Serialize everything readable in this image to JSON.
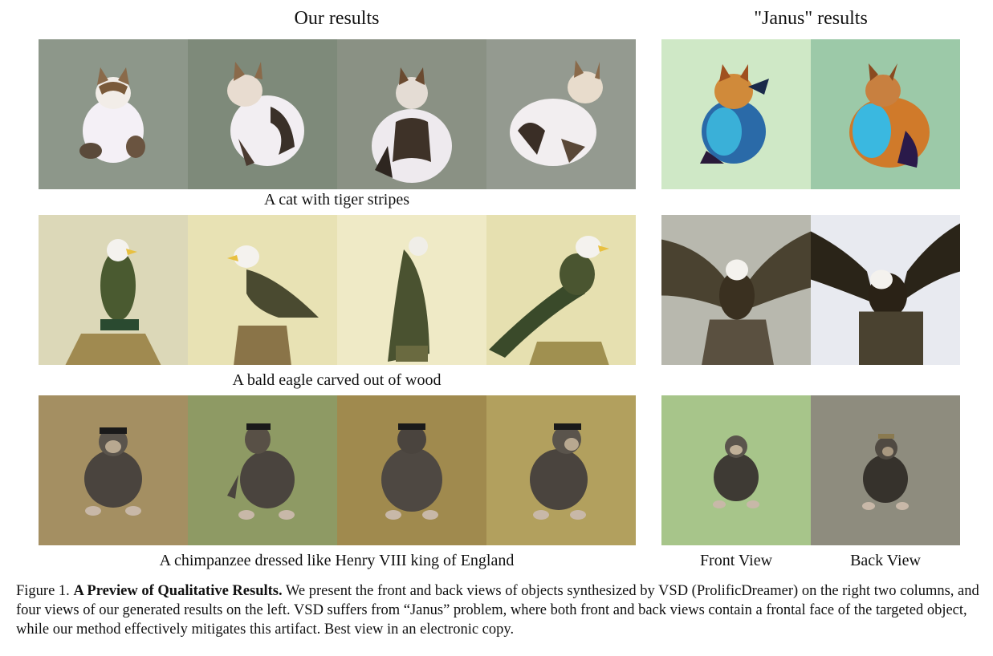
{
  "headers": {
    "ours": "Our results",
    "janus": "\"Janus\" results"
  },
  "rows": [
    {
      "caption": "A cat with tiger stripes",
      "ours_bg": [
        "#8d978a",
        "#7e8a7a",
        "#8a9184",
        "#949a90"
      ],
      "janus_bg": [
        "#cfe8c6",
        "#9cc9a8"
      ]
    },
    {
      "caption": "A bald eagle carved out of wood",
      "ours_bg": [
        "#dcd8b8",
        "#e8e2b4",
        "#efeac6",
        "#e6e0b0"
      ],
      "janus_bg": [
        "#b8b8ae",
        "#e8eaf0"
      ]
    },
    {
      "caption": "A chimpanzee dressed like Henry VIII king of England",
      "ours_bg": [
        "#a48f62",
        "#8e9a64",
        "#a08a4e",
        "#b2a05e"
      ],
      "janus_bg": [
        "#a7c58a",
        "#8e8c7e"
      ]
    }
  ],
  "view_labels": {
    "front": "Front View",
    "back": "Back View"
  },
  "figure_caption": {
    "label": "Figure 1.",
    "bold": "A Preview of Qualitative Results.",
    "text": "We present the front and back views of objects synthesized by VSD (ProlificDreamer) on the right two columns, and four views of our generated results on the left. VSD suffers from “Janus” problem, where both front and back views contain a frontal face of the targeted object, while our method effectively mitigates this artifact. Best view in an electronic copy."
  },
  "icons": [
    "cat-image",
    "eagle-image",
    "chimpanzee-image"
  ]
}
